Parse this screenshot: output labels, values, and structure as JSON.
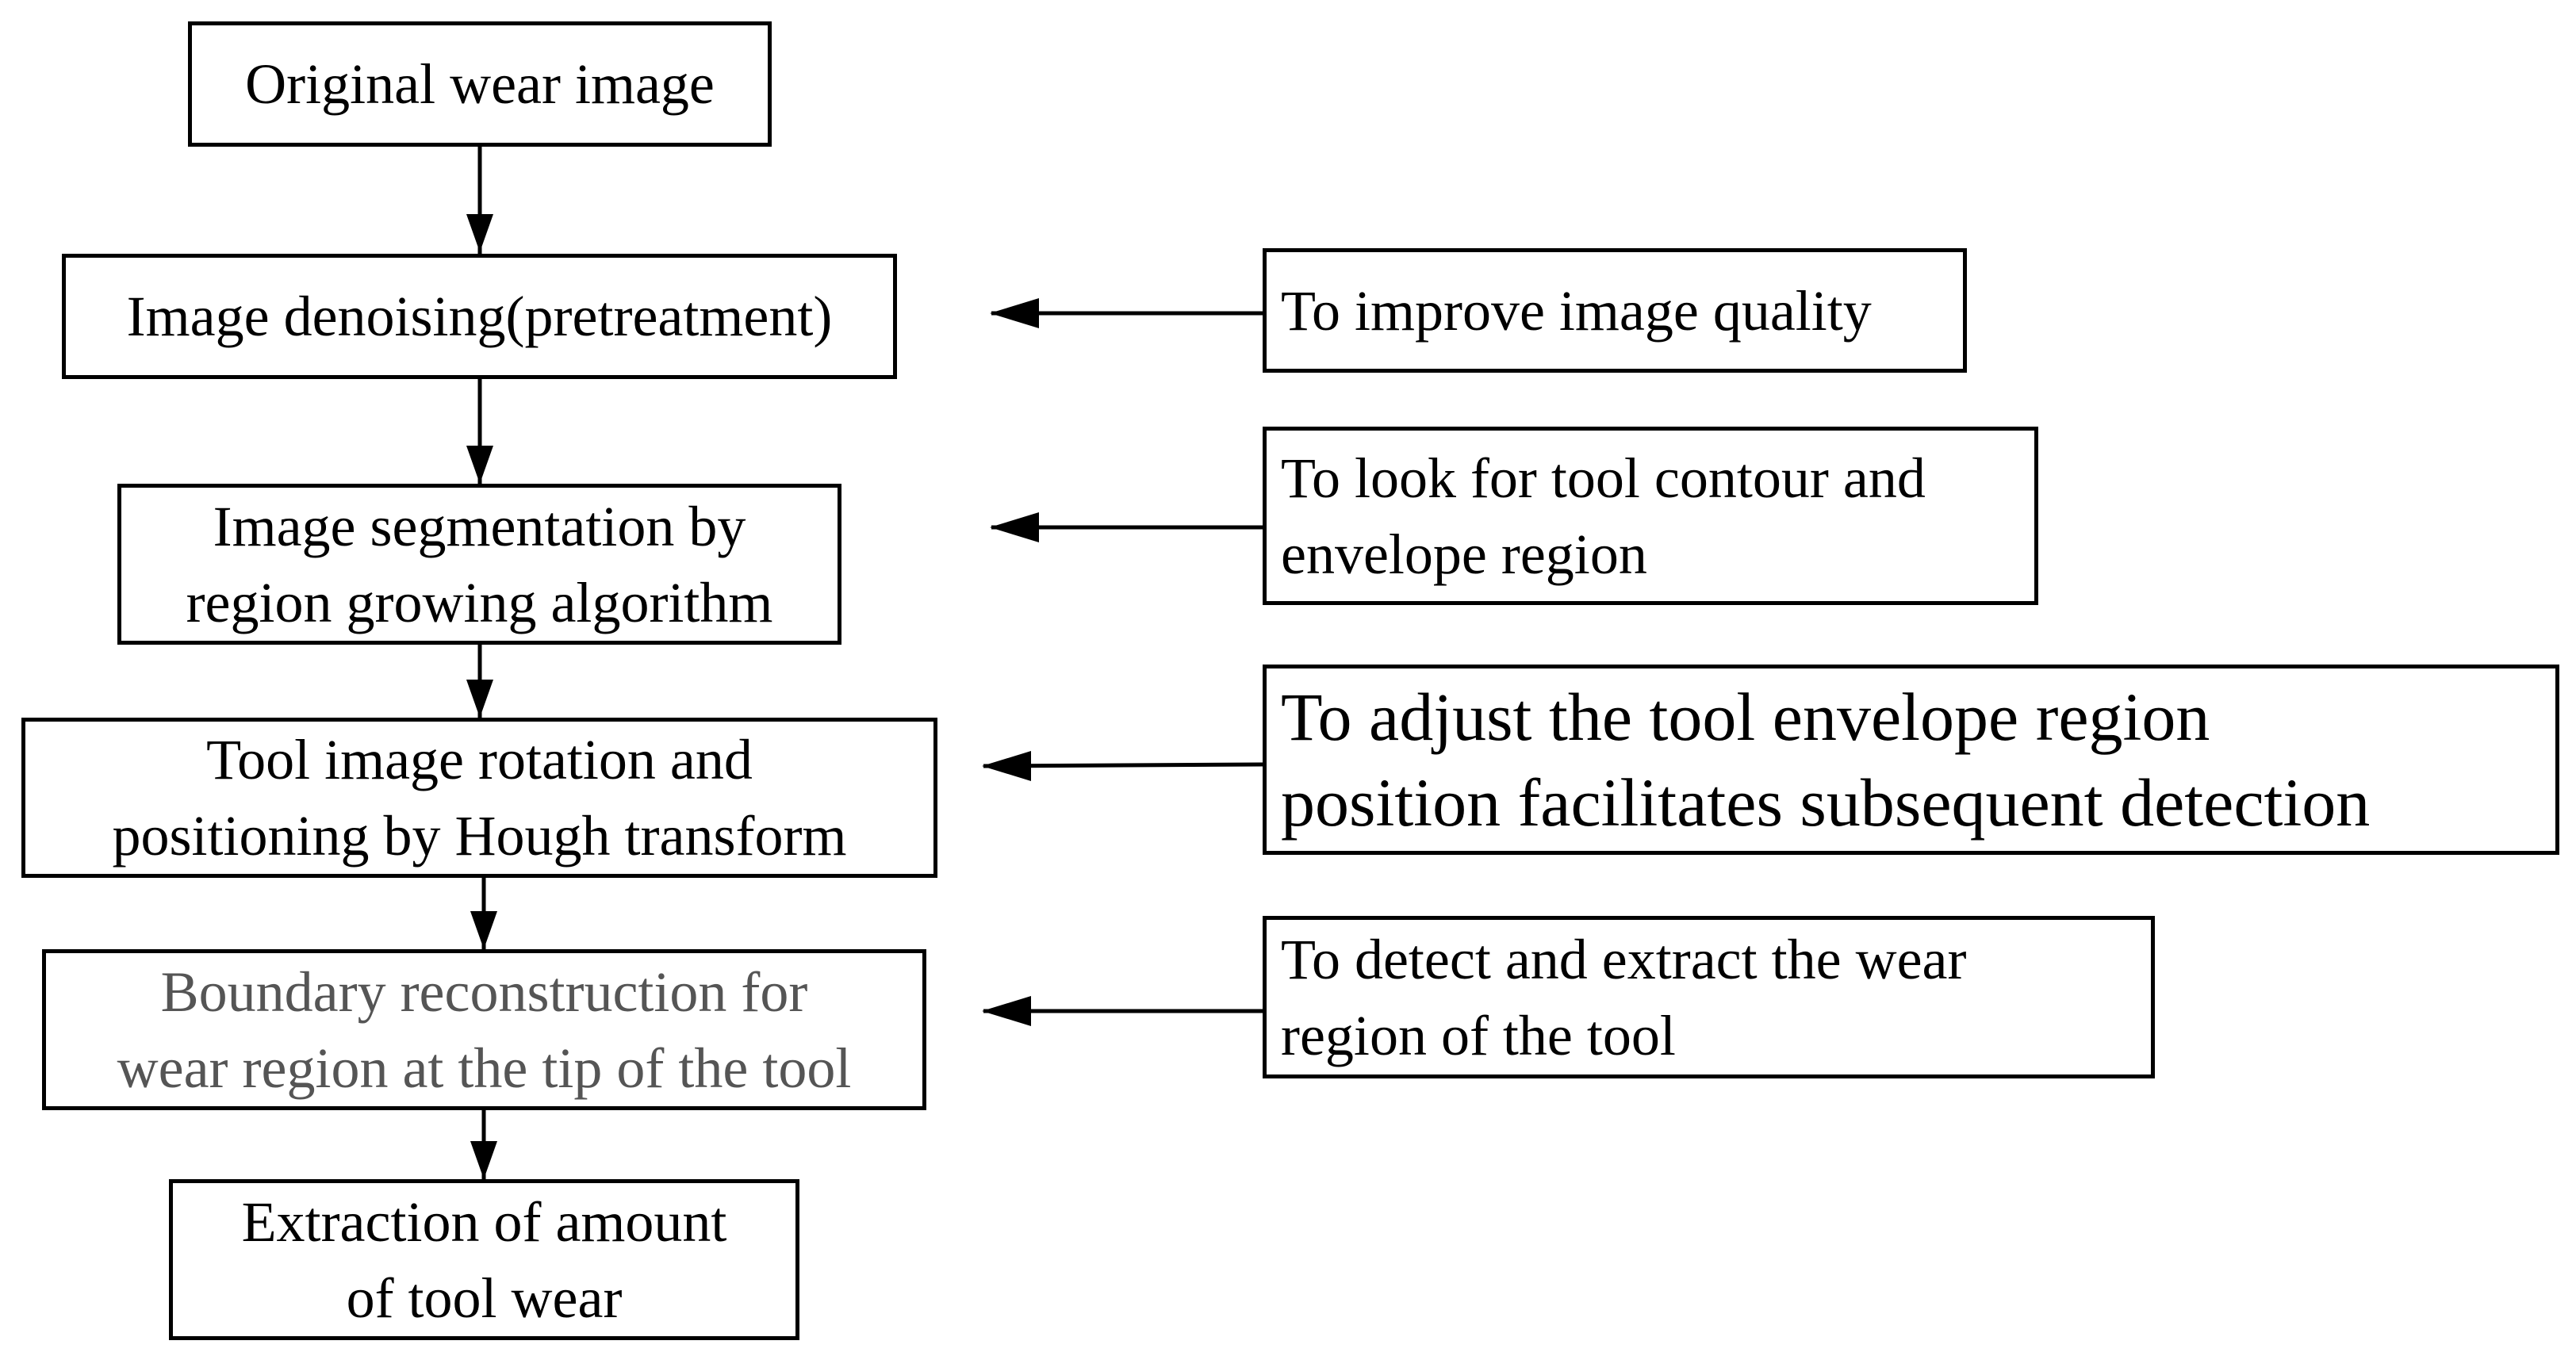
{
  "flow_steps": [
    {
      "lines": [
        "Original wear image"
      ]
    },
    {
      "lines": [
        "Image denoising(pretreatment)"
      ]
    },
    {
      "lines": [
        "Image segmentation by",
        "region growing algorithm"
      ]
    },
    {
      "lines": [
        "Tool image rotation and",
        "positioning by Hough transform"
      ]
    },
    {
      "lines": [
        "Boundary reconstruction for",
        "wear region at the tip of the tool"
      ]
    },
    {
      "lines": [
        "Extraction of amount",
        "of tool wear"
      ]
    }
  ],
  "purposes": [
    {
      "lines": [
        "To improve image quality"
      ]
    },
    {
      "lines": [
        "To look for tool contour and",
        "envelope  region"
      ]
    },
    {
      "lines": [
        "To adjust the tool envelope region",
        "position facilitates subsequent detection"
      ]
    },
    {
      "lines": [
        "To detect and extract the wear",
        "region of the tool"
      ]
    }
  ],
  "colors": {
    "line": "#000000",
    "text": "#000000",
    "muted_text": "#555555"
  }
}
